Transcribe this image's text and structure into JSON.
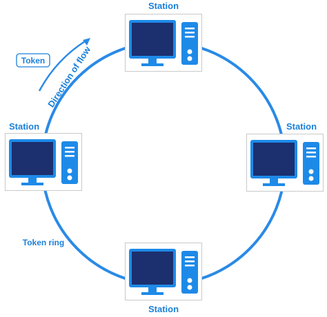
{
  "diagram": {
    "stations": [
      {
        "id": "top",
        "label": "Station"
      },
      {
        "id": "right",
        "label": "Station"
      },
      {
        "id": "bottom",
        "label": "Station"
      },
      {
        "id": "left",
        "label": "Station"
      }
    ],
    "token_label": "Token",
    "flow_label": "Direction of flow",
    "ring_label": "Token ring",
    "colors": {
      "ring": "#2a8ae6",
      "label": "#1a7fd9",
      "monitor_frame": "#1e8ae8",
      "screen": "#1c2f6e",
      "box_border": "#c9c9c9",
      "box_fill": "#ffffff"
    }
  }
}
